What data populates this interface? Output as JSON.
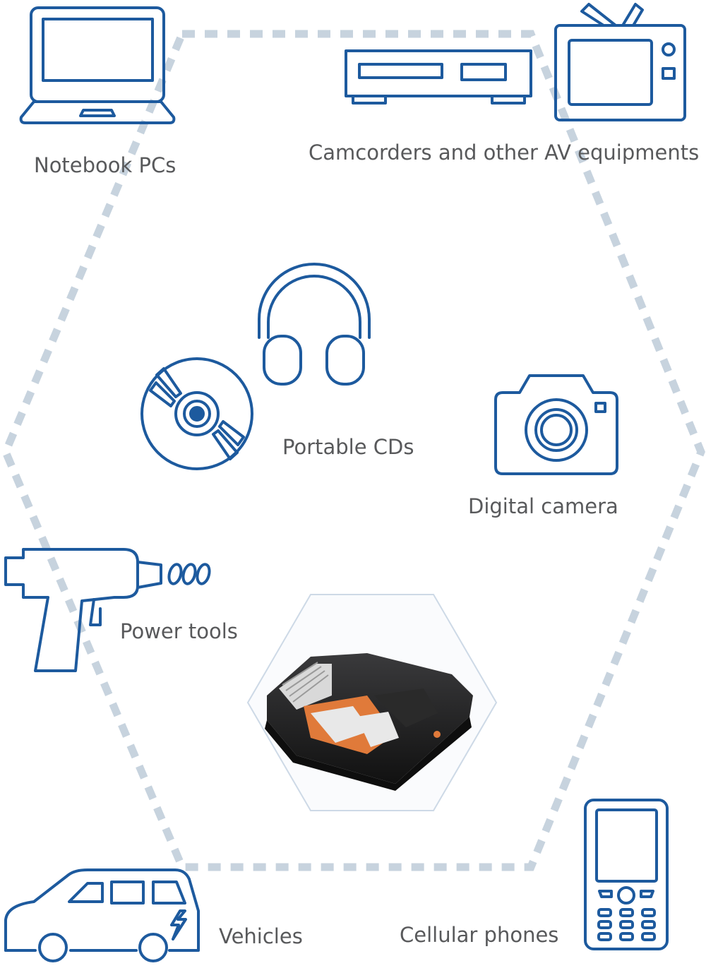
{
  "colors": {
    "icon_stroke": "#1d5a9e",
    "dotted_outline": "#c7d3de",
    "label_text": "#58595b"
  },
  "labels": {
    "notebook_pcs": "Notebook PCs",
    "av_equipments": "Camcorders and other AV equipments",
    "portable_cds": "Portable CDs",
    "digital_camera": "Digital camera",
    "power_tools": "Power tools",
    "vehicles": "Vehicles",
    "cellular_phones": "Cellular phones"
  },
  "icons": [
    "laptop-icon",
    "av-deck-icon",
    "television-icon",
    "headphones-icon",
    "cd-disc-icon",
    "camera-icon",
    "power-drill-icon",
    "battery-pack-photo",
    "car-icon",
    "mobile-phone-icon"
  ]
}
